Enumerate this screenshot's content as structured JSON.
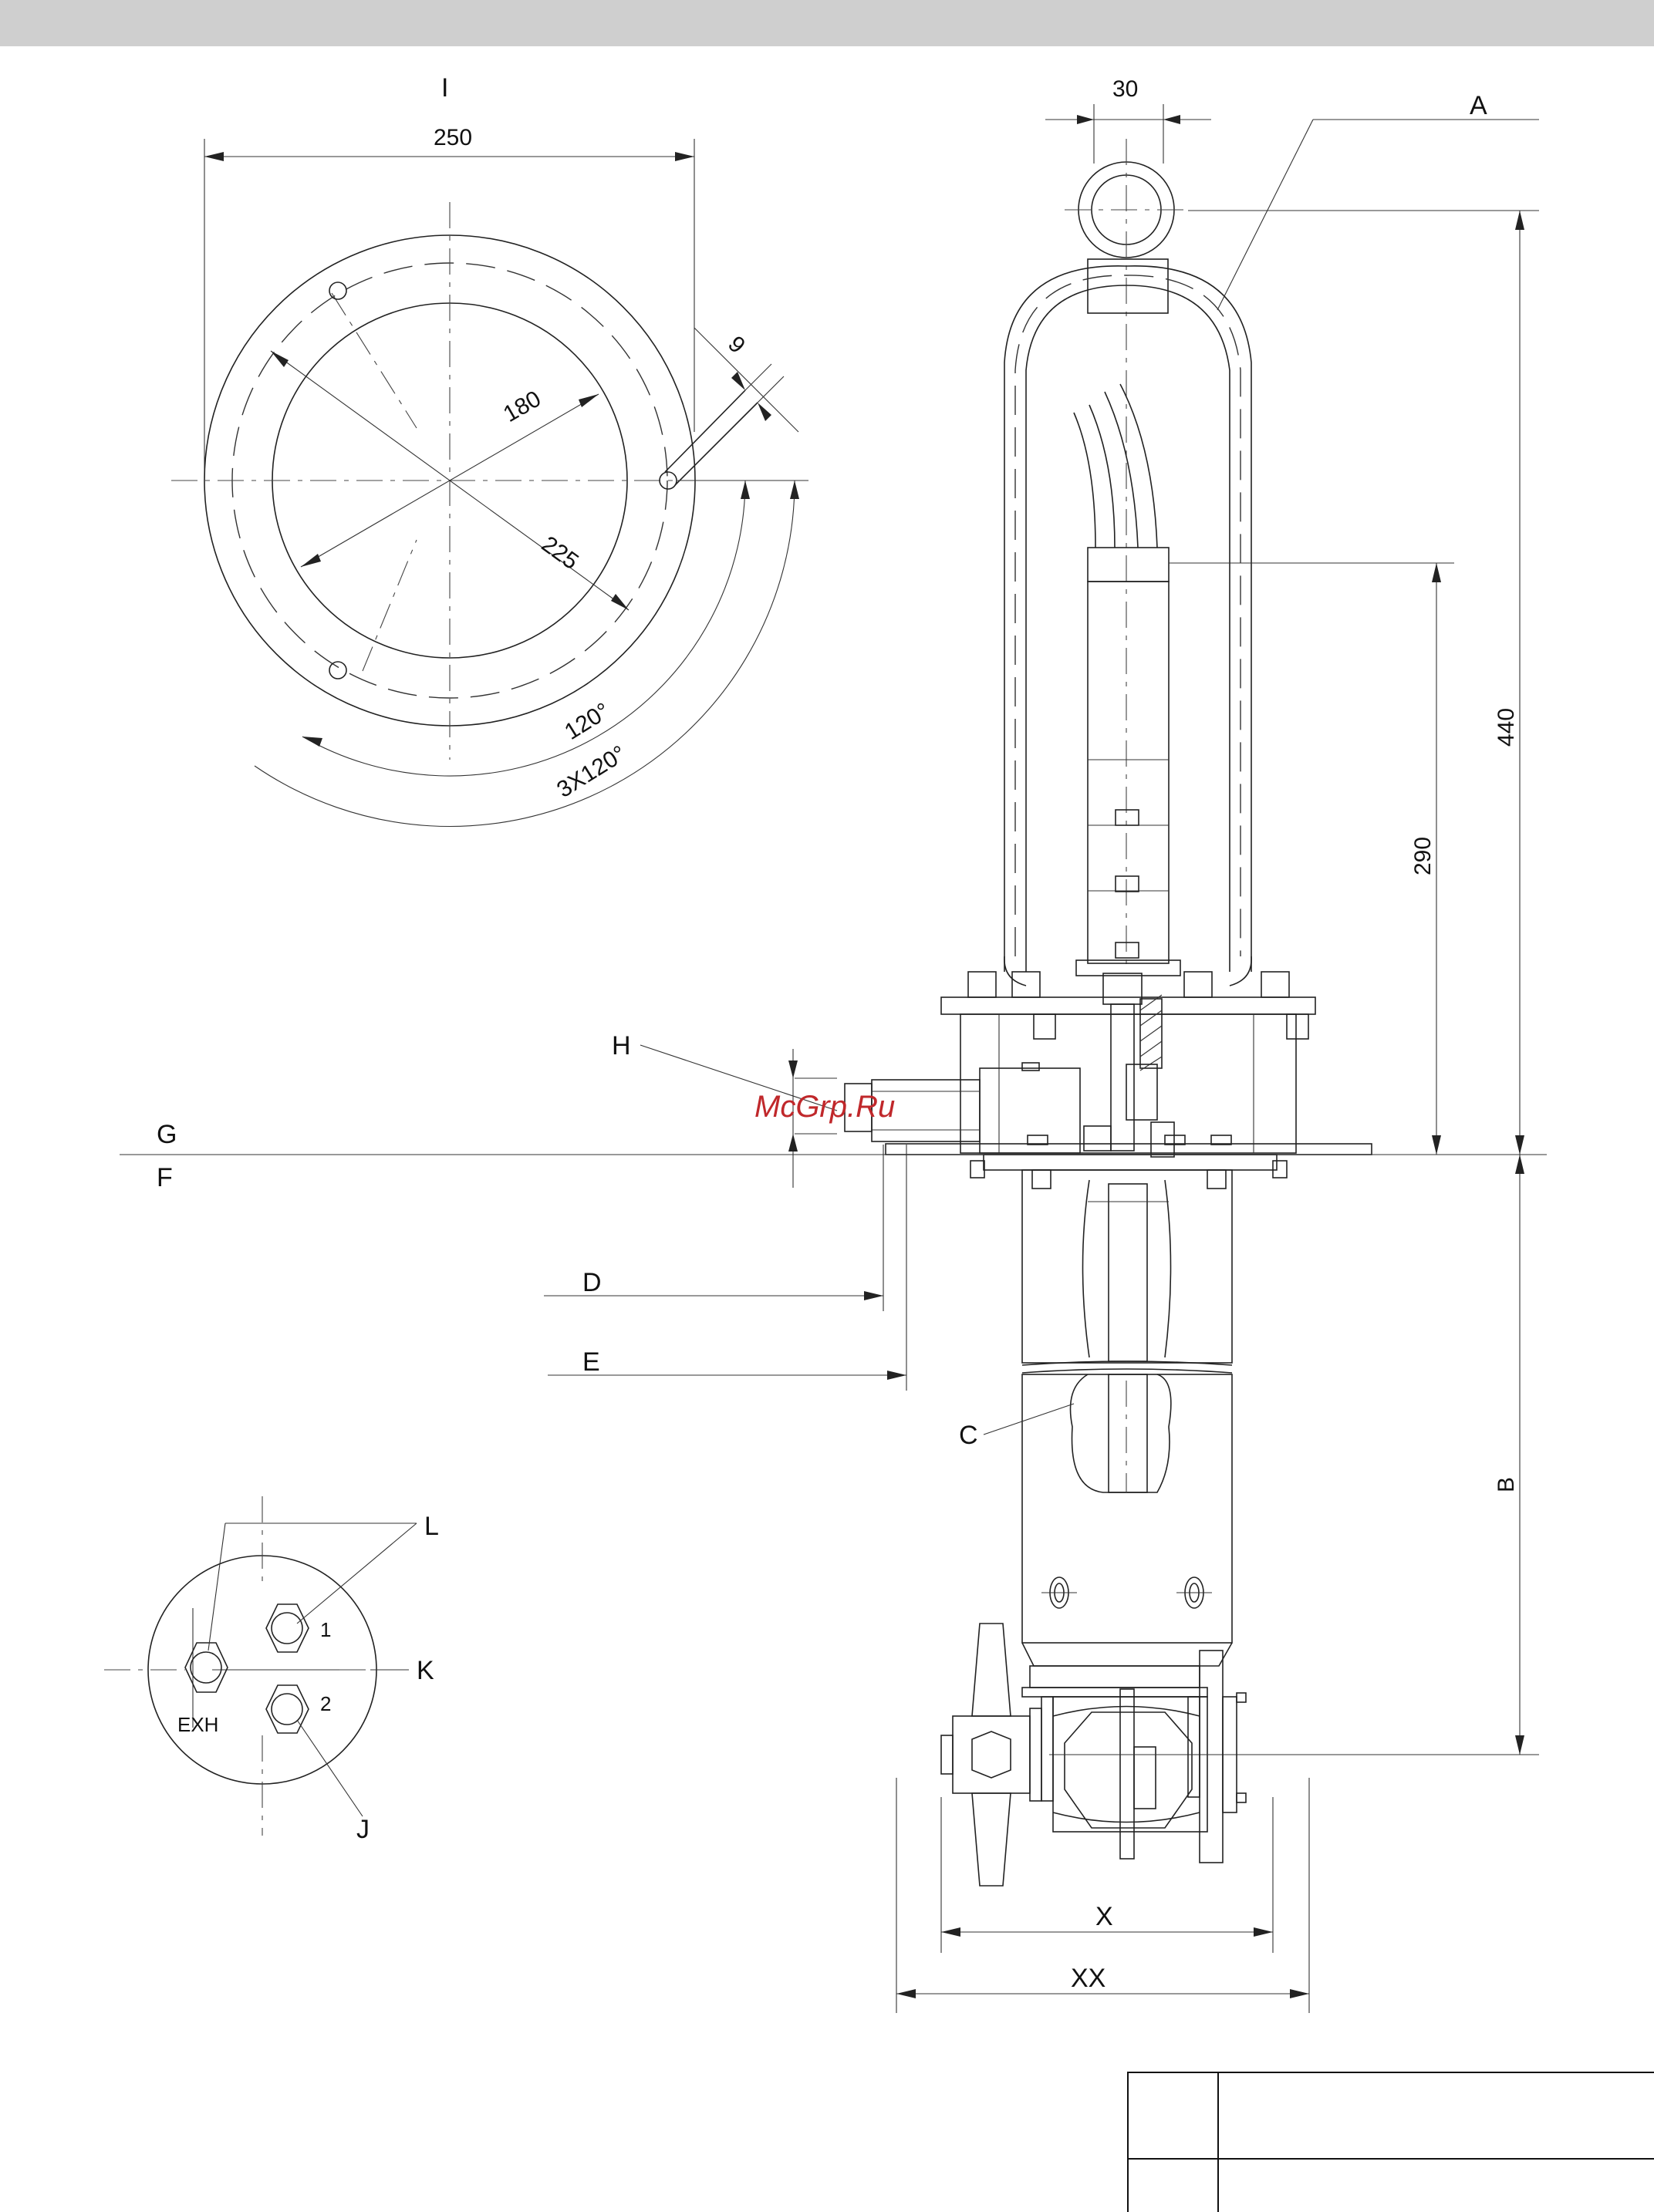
{
  "header": {
    "color": "#cfcfcf"
  },
  "views": {
    "top_view": {
      "title": "I"
    },
    "port_view": {
      "exhaust_label": "EXH",
      "port_1": "1",
      "port_2": "2"
    }
  },
  "dimensions": {
    "d250": "250",
    "d180": "180",
    "d225": "225",
    "d9": "9",
    "angle_120": "120°",
    "angle_3x120": "3X120°",
    "d30": "30",
    "d440": "440",
    "d290": "290",
    "B": "B",
    "X": "X",
    "XX": "XX"
  },
  "callouts": {
    "A": "A",
    "C": "C",
    "D": "D",
    "E": "E",
    "F": "F",
    "G": "G",
    "H": "H",
    "J": "J",
    "K": "K",
    "L": "L"
  },
  "watermark": "McGrp.Ru"
}
